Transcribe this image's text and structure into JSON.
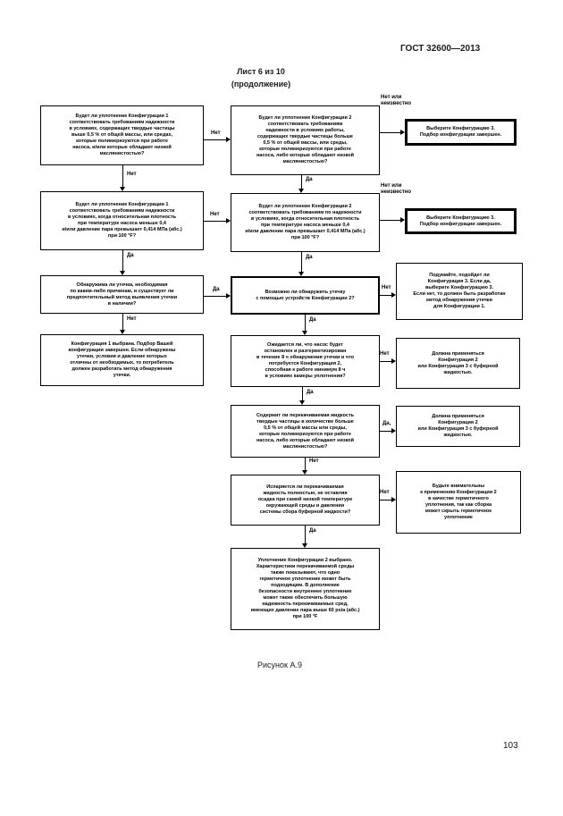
{
  "header": {
    "standard": "ГОСТ 32600—2013",
    "sheet_title": "Лист 6 из 10",
    "sheet_subtitle": "(продолжение)"
  },
  "caption": "Рисунок А.9",
  "page_number": "103",
  "flowchart": {
    "boxes": {
      "l1": "Будет ли уплотнение Конфигурации 1\nсоответствовать требованиям надежности\nв условиях, содержащих твердые частицы\nвыше 0,5 % от общей массы, или средах,\nкоторые полимеризуются при работе\nнасоса, и/или которые обладают низкой\nмаслянистостью?",
      "l2": "Будет ли уплотнение Конфигурации 1\nсоответствовать требованиям надежности\nв условиях, когда относительная плотность\nпри температуре насоса меньше 0,4\nи/или давление пара превышает 0,414 МПа (абс.)\nпри 100 °F?",
      "l3": "Обнаружима ли утечка, необходимая\nпо каким-либо причинам, и существует ли\nпредпочтительный метод выявления утечки\nв наличии?",
      "l4": "Конфигурация 1 выбрана. Подбор Вашей\nконфигурации завершен. Если обнаружены\nутечки, условия и давление которых\nотличны от необходимых, то потребитель\nдолжен разработать метод обнаружения\nутечки.",
      "m1": "Будет ли уплотнение Конфигурации 2\nсоответствовать требованиям\nнадежности в условиях работы,\nсодержащих твердые частицы больше\n0,5 % от общей массы, или среды,\nкоторые полимеризуются при работе\nнасоса, либо которые обладают низкой\nмаслянистостью?",
      "m2": "Будет ли уплотнение Конфигурации 2\nсоответствовать требованиям по надежности\nв условиях, когда относительная плотность\nпри температуре насоса меньше 0,4\nи/или давление пара превышает 0,414 МПа (абс.)\nпри 100 °F?",
      "m3": "Возможно ли обнаружить утечку\nс помощью устройств Конфигурации 2?",
      "m4": "Ожидается ли, что насос будет\nостановлен и разгерметизирован\nв течение 8 ч обнаружения утечки и что\nпотребуется Конфигурация 2,\nспособная к работе минимум 8 ч\nв условиях камеры уплотнения?",
      "m5": "Содержит ли перекачиваемая жидкость\nтвердые частицы в количестве больше\n0,5 % от общей массы или среды,\nкоторые полимеризуются при работе\nнасоса, либо которые обладают низкой\nмаслянистостью?",
      "m6": "Испаряется ли перекачиваемая\nжидкость полностью, не оставляя\nосадка при самой низкой температуре\nокружающей среды и давлении\nсистемы сбора буферной жидкости?",
      "m7": "Уплотнение Конфигурации 2 выбрано.\nХарактеристики перекачиваемой среды\nтакже показывают, что одно\nгерметичное уплотнение может быть\nподходящим. В дополнение\nбезопасности внутреннее уплотнение\nможет также обеспечить большую\nнадежность перекачиваемых сред,\nимеющих давление пара выше 60 psia (абс.)\nпри 100 °F",
      "r1": "Выберите Конфигурацию 3.\nПодбор конфигурации завершен.",
      "r2": "Выберите Конфигурацию 3.\nПодбор конфигурации завершен.",
      "r3": "Подумайте, подойдет ли\nКонфигурация 3. Если да,\nвыберите Конфигурацию 3.\nЕсли нет, то должен быть разработан\nметод обнаружения утечки\nдля Конфигурации 1.",
      "r4": "Должна применяться\nКонфигурация 2\nили Конфигурация 3 с буферной\nжидкостью.",
      "r5": "Должна применяться\nКонфигурация 2\nили Конфигурация 3 с буферной\nжидкостью.",
      "r6": "Будьте внимательны\nк применению Конфигурации 2\nв качестве герметичного\nуплотнения, так как сборка\nможет скрыть герметичное\nуплотнение"
    },
    "labels": {
      "v1": "Нет",
      "v2": "Да",
      "v3": "Да",
      "v4": "Да",
      "v5": "Нет",
      "v6": "Да",
      "v7": "Да",
      "v8": "Нет",
      "v9": "Да",
      "h1": "Нет",
      "h2": "Нет",
      "h3": "Да",
      "h4": "Нет или\nнеизвестно",
      "h5": "Нет или\nнеизвестно",
      "h6": "Нет",
      "h7": "Нет",
      "h8": "Да,",
      "h9": "Нет"
    }
  }
}
